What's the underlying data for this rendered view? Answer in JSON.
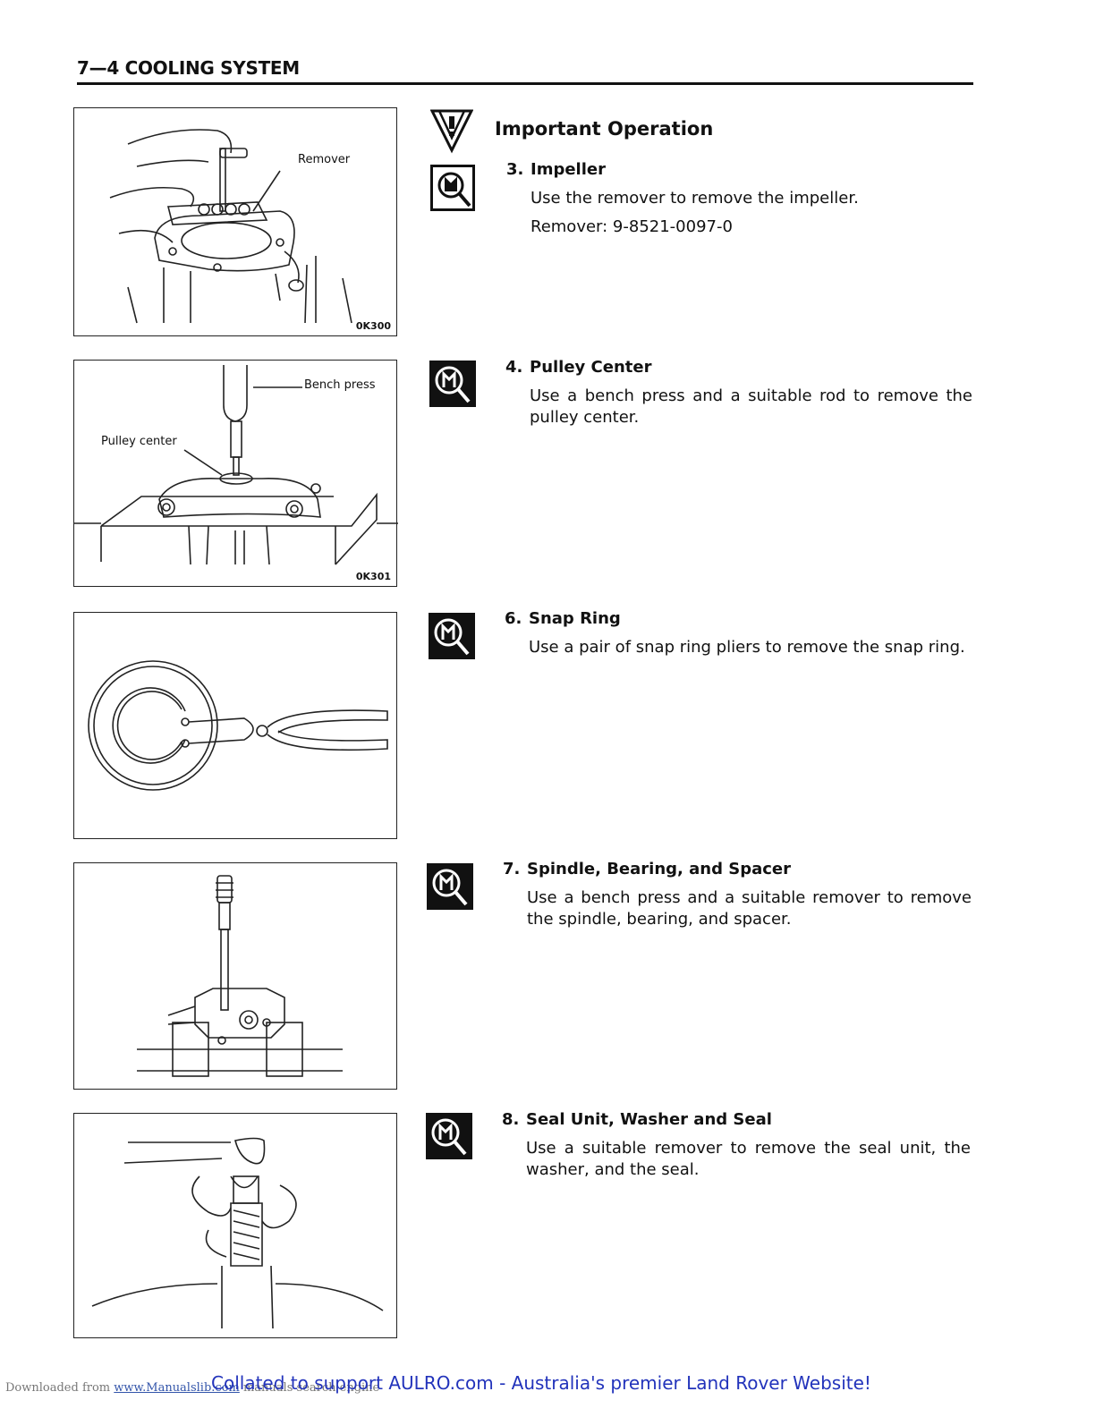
{
  "header": {
    "title": "7—4 COOLING SYSTEM"
  },
  "important": {
    "title": "Important Operation",
    "icon": "caution-triangle-icon"
  },
  "figures": [
    {
      "code": "0K300",
      "labels": {
        "remover": "Remover"
      }
    },
    {
      "code": "0K301",
      "labels": {
        "bench_press": "Bench press",
        "pulley_center": "Pulley center"
      }
    },
    {
      "code": ""
    },
    {
      "code": ""
    },
    {
      "code": ""
    }
  ],
  "steps": [
    {
      "number": "3.",
      "title": "Impeller",
      "body": "Use the remover to remove the impeller.",
      "extra": "Remover: 9-8521-0097-0",
      "icon": "disassembly-inspection-icon"
    },
    {
      "number": "4.",
      "title": "Pulley Center",
      "body": "Use a bench press and a suitable rod to remove the pulley center.",
      "icon": "disassembly-inspection-icon"
    },
    {
      "number": "6.",
      "title": "Snap Ring",
      "body": "Use a pair of snap ring pliers to remove the snap ring.",
      "icon": "disassembly-inspection-icon"
    },
    {
      "number": "7.",
      "title": "Spindle, Bearing, and Spacer",
      "body": "Use a bench press and a suitable remover to remove the spindle, bearing, and spacer.",
      "icon": "disassembly-inspection-icon"
    },
    {
      "number": "8.",
      "title": "Seal Unit, Washer and Seal",
      "body": "Use a suitable remover to remove the seal unit, the washer, and the seal.",
      "icon": "disassembly-inspection-icon"
    }
  ],
  "footer": {
    "downloaded": "Downloaded from",
    "site": "www.Manualslib.com",
    "engine": "manuals search engine",
    "collated": "Collated to support AULRO.com - Australia's premier Land Rover Website!"
  }
}
